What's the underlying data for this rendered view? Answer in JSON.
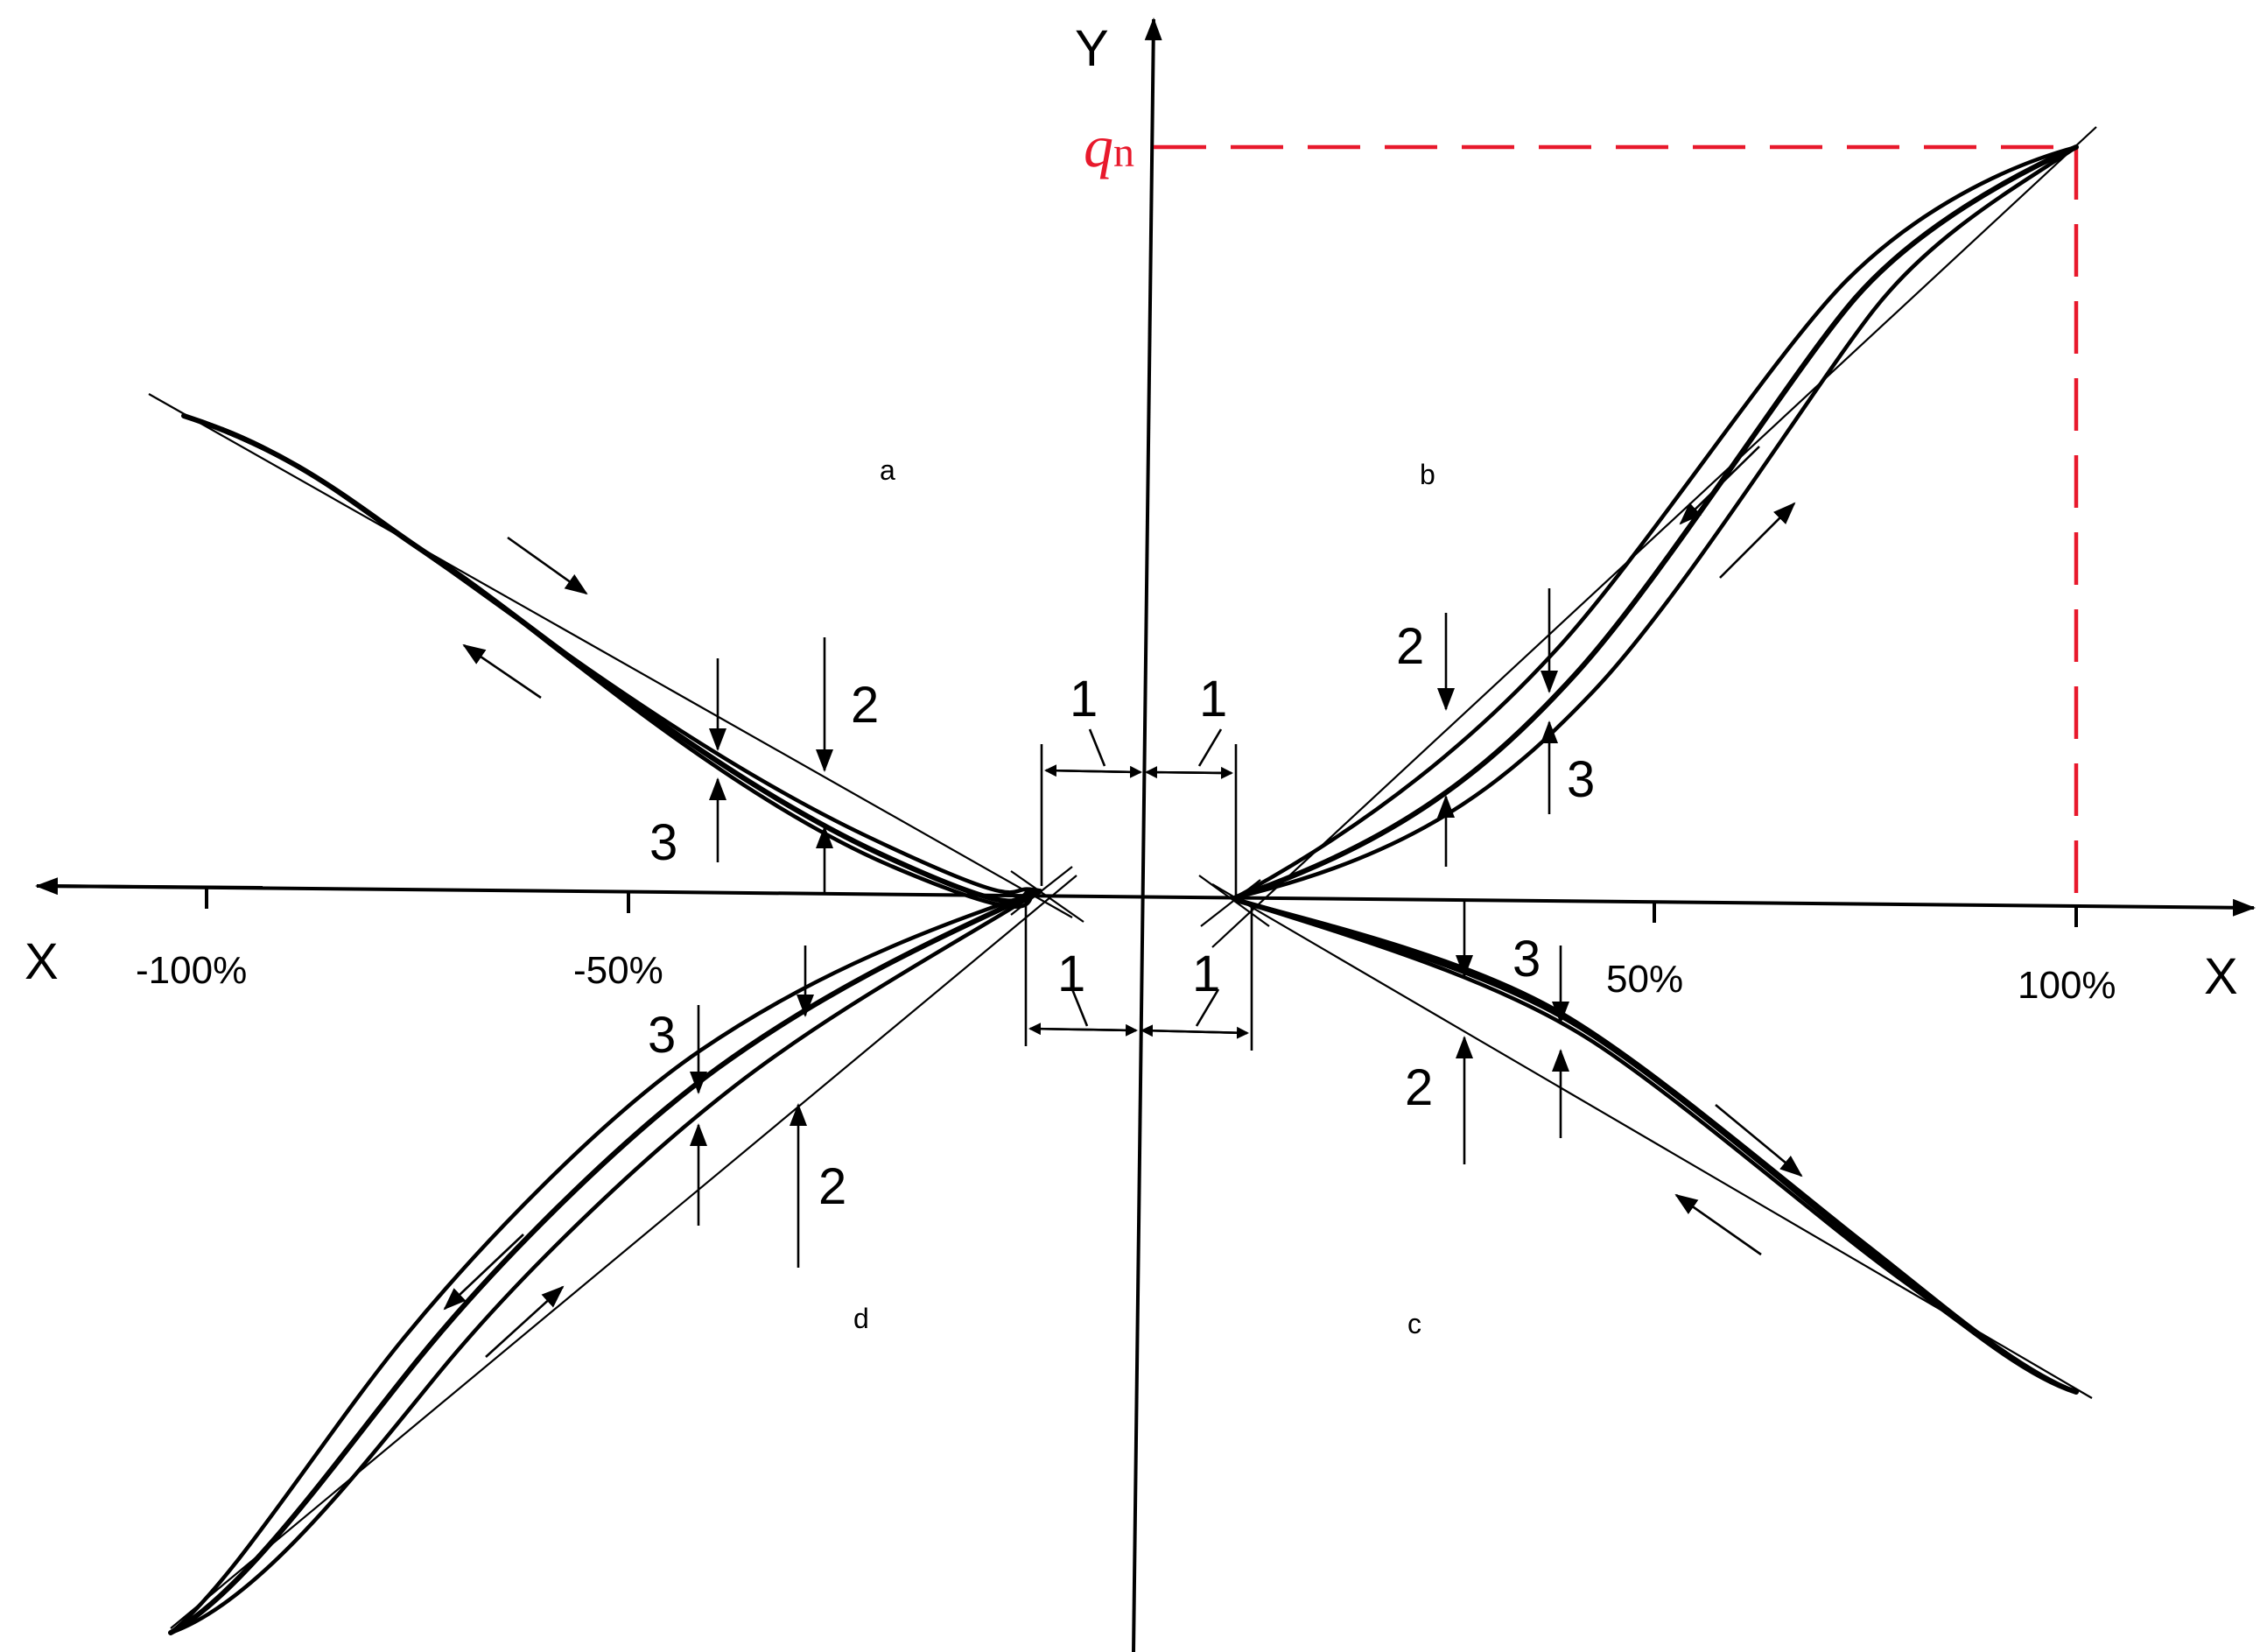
{
  "axes": {
    "x_left": "X",
    "x_right": "X",
    "y_top": "Y"
  },
  "ticks": [
    "-100%",
    "-50%",
    "50%",
    "100%"
  ],
  "red_marker": {
    "main": "q",
    "sub": "n",
    "color": "#e8192c"
  },
  "quadrants": [
    "a",
    "b",
    "c",
    "d"
  ],
  "callouts": {
    "one": "1",
    "two": "2",
    "three": "3"
  }
}
